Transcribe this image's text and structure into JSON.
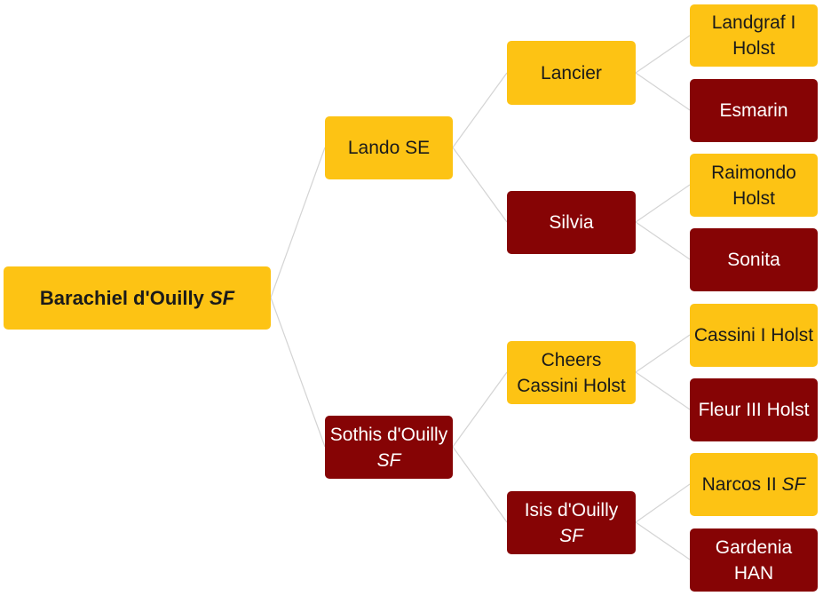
{
  "colors": {
    "sire": "#fdc314",
    "dam": "#860405",
    "connector": "#d4d4d4"
  },
  "pedigree": {
    "root": {
      "name": "Barachiel d'Ouilly",
      "suffix": "SF"
    },
    "sire": {
      "name": "Lando SE",
      "suffix": ""
    },
    "dam": {
      "name": "Sothis d'Ouilly",
      "suffix": "SF"
    },
    "ss": {
      "name": "Lancier",
      "suffix": ""
    },
    "sd": {
      "name": "Silvia",
      "suffix": ""
    },
    "ds": {
      "name": "Cheers Cassini Holst",
      "suffix": ""
    },
    "dd": {
      "name": "Isis d'Ouilly",
      "suffix": "SF"
    },
    "sss": {
      "name": "Landgraf I Holst",
      "suffix": ""
    },
    "ssd": {
      "name": "Esmarin",
      "suffix": ""
    },
    "sds": {
      "name": "Raimondo Holst",
      "suffix": ""
    },
    "sdd": {
      "name": "Sonita",
      "suffix": ""
    },
    "dss": {
      "name": "Cassini I Holst",
      "suffix": ""
    },
    "dsd": {
      "name": "Fleur III Holst",
      "suffix": ""
    },
    "dds": {
      "name": "Narcos II",
      "suffix": "SF"
    },
    "ddd": {
      "name": "Gardenia HAN",
      "suffix": ""
    }
  }
}
